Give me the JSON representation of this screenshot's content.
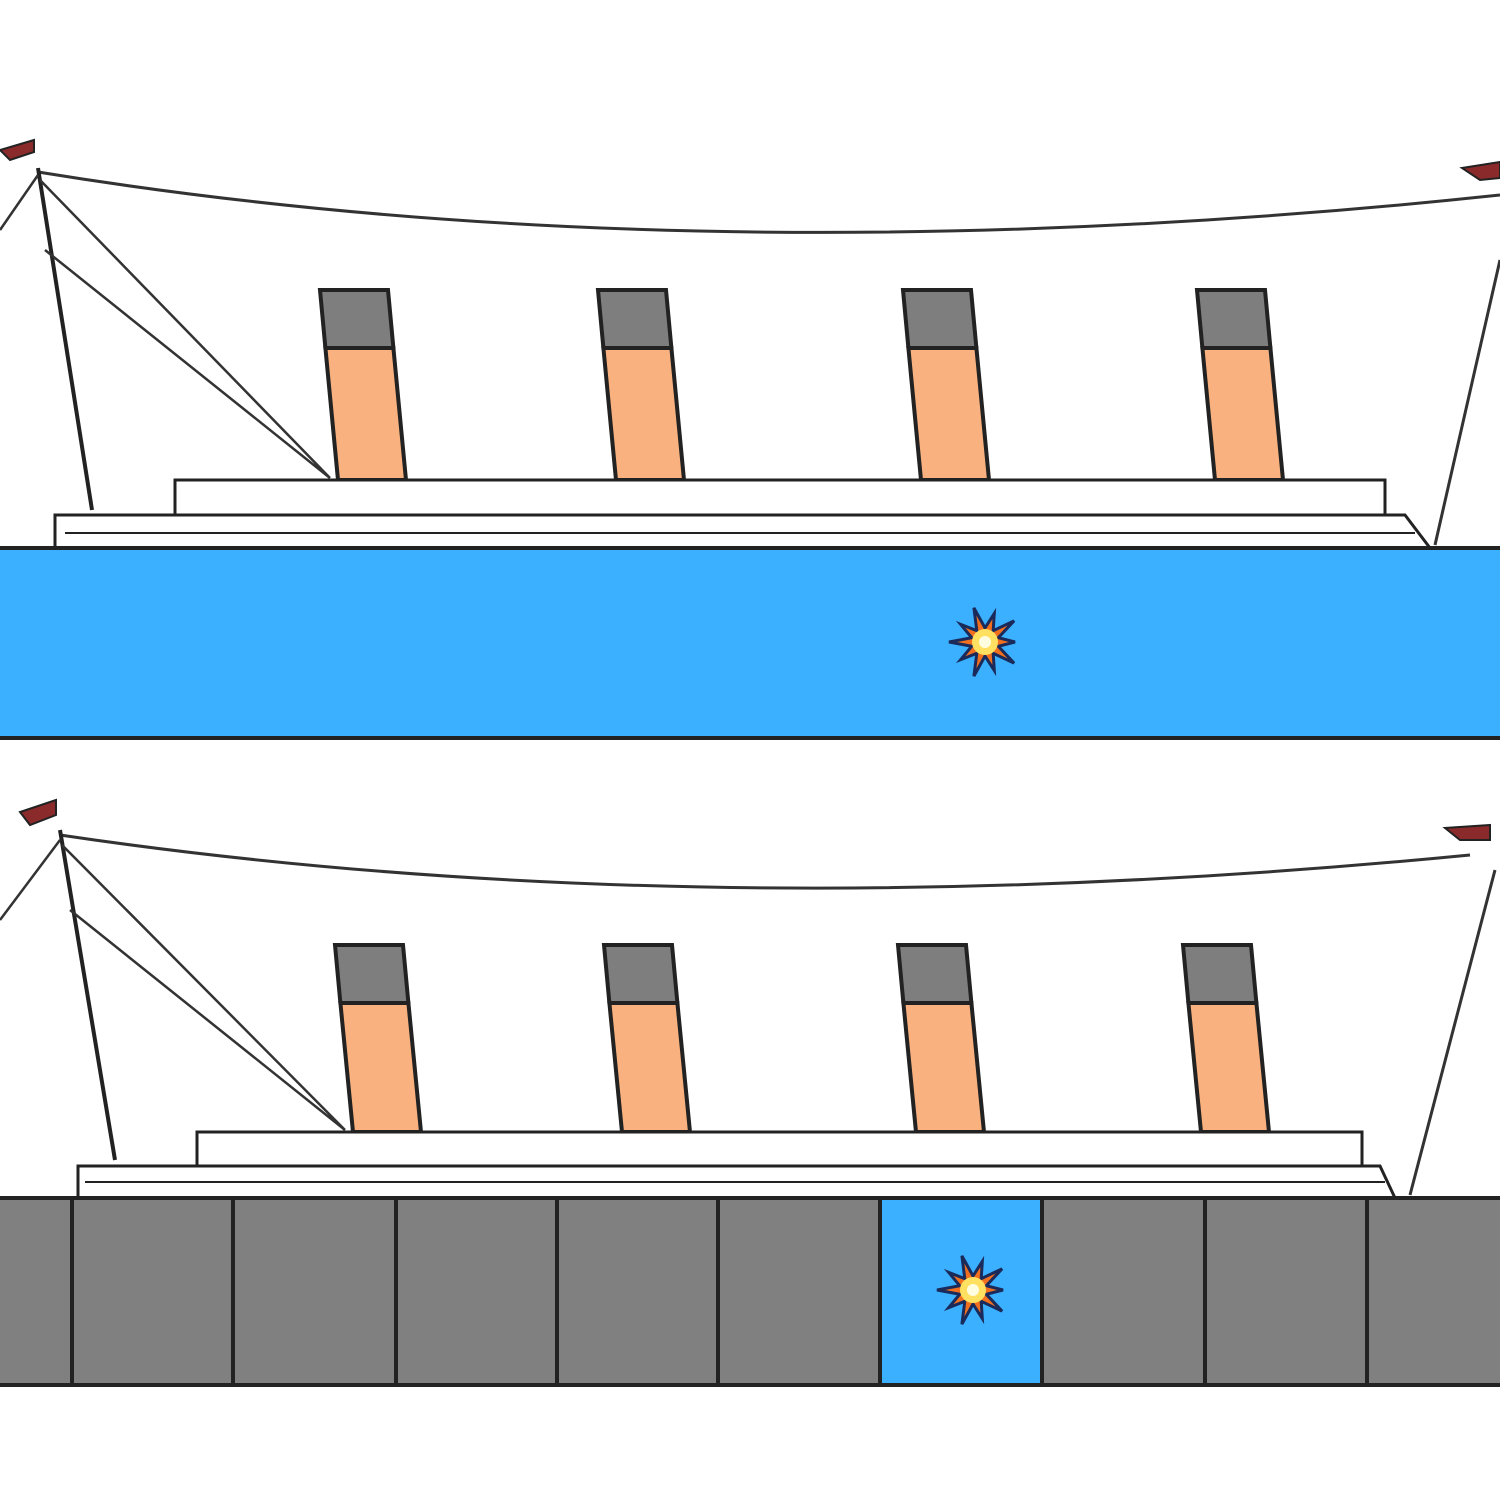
{
  "colors": {
    "water": "#3BB0FF",
    "compartment": "#808080",
    "funnel_top": "#7E7E7E",
    "funnel_body": "#F9B27F",
    "outline": "#222222",
    "deck": "#FFFFFF"
  },
  "ships": [
    {
      "id": "no-bulkheads",
      "flooded": "all"
    },
    {
      "id": "with-bulkheads",
      "compartments": [
        false,
        false,
        false,
        false,
        false,
        false,
        true,
        false,
        false,
        false
      ]
    }
  ]
}
